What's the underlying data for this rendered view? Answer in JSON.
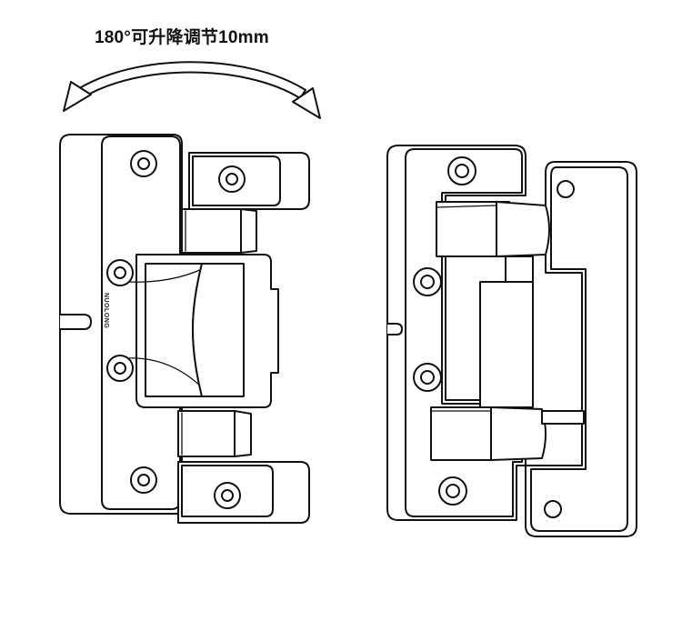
{
  "caption": "180°可升降调节10mm",
  "engraving": "NUOLONG",
  "views": [
    {
      "name": "hinge-front-view",
      "icon": "hinge-assembled-front"
    },
    {
      "name": "hinge-rear-view",
      "icon": "hinge-assembled-rear"
    }
  ],
  "arrow": {
    "icon": "double-headed-rotation-arrow"
  },
  "colors": {
    "line": "#111111",
    "background": "#ffffff"
  }
}
